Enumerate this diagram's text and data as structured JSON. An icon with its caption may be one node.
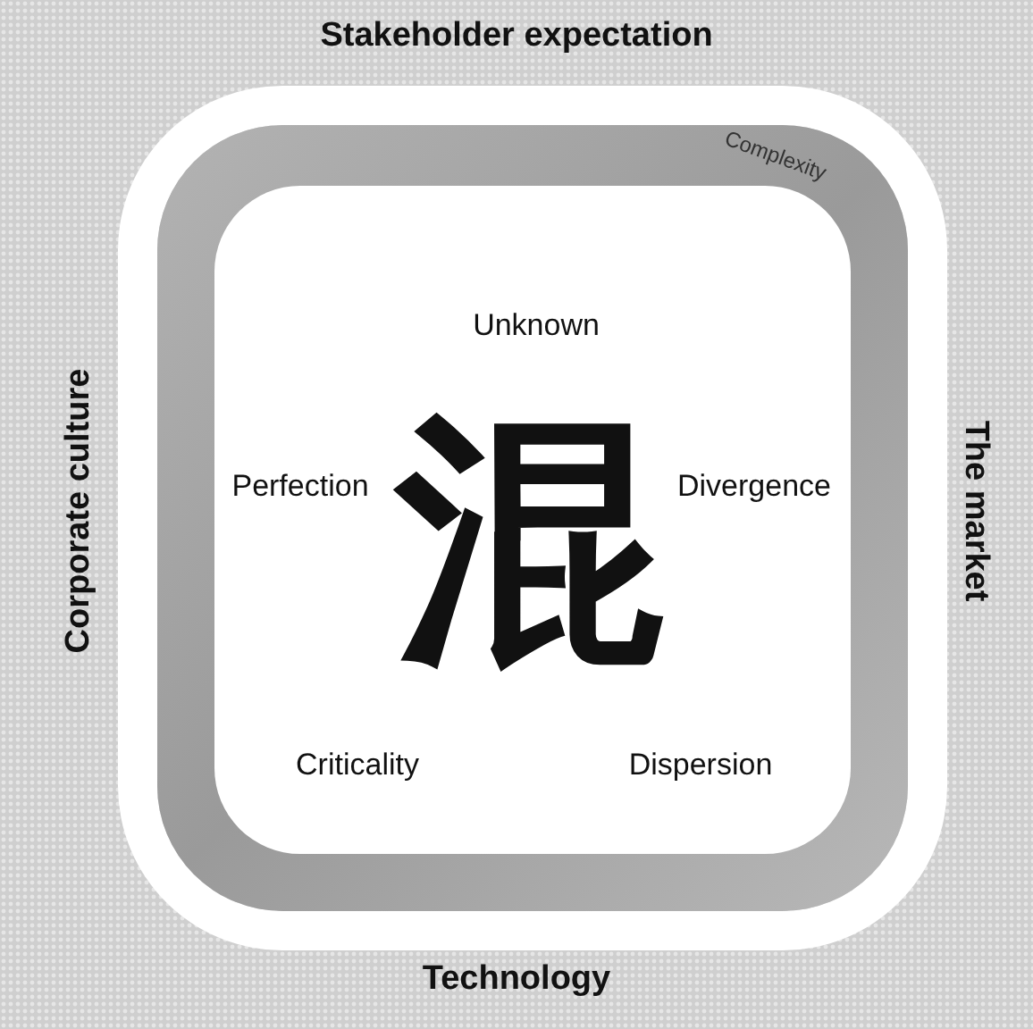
{
  "diagram": {
    "nodes": [
      {
        "text": [
          "Stakeholder expectation",
          "Corporate culture",
          "The market",
          "Technology"
        ]
      },
      {
        "text": [
          "Complexity"
        ],
        "in": 0
      },
      {
        "text": [
          "Unknown",
          "Perfection",
          "混",
          "Divergence",
          "Criticality",
          "Dispersion"
        ],
        "in": 1
      }
    ]
  }
}
